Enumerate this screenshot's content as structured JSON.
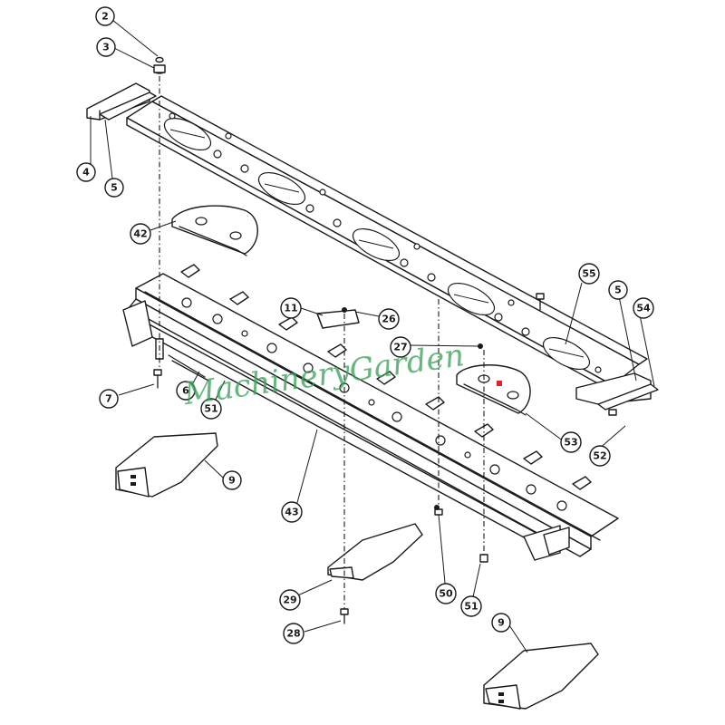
{
  "watermark": "MachineryGarden",
  "callouts": [
    {
      "id": "c2",
      "num": "2"
    },
    {
      "id": "c3",
      "num": "3"
    },
    {
      "id": "c4",
      "num": "4"
    },
    {
      "id": "c5a",
      "num": "5"
    },
    {
      "id": "c42",
      "num": "42"
    },
    {
      "id": "c11",
      "num": "11"
    },
    {
      "id": "c26",
      "num": "26"
    },
    {
      "id": "c27",
      "num": "27"
    },
    {
      "id": "c55",
      "num": "55"
    },
    {
      "id": "c5b",
      "num": "5"
    },
    {
      "id": "c54",
      "num": "54"
    },
    {
      "id": "c7",
      "num": "7"
    },
    {
      "id": "c6",
      "num": "6"
    },
    {
      "id": "c51a",
      "num": "51"
    },
    {
      "id": "c53",
      "num": "53"
    },
    {
      "id": "c52",
      "num": "52"
    },
    {
      "id": "c9a",
      "num": "9"
    },
    {
      "id": "c43",
      "num": "43"
    },
    {
      "id": "c29",
      "num": "29"
    },
    {
      "id": "c50",
      "num": "50"
    },
    {
      "id": "c51b",
      "num": "51"
    },
    {
      "id": "c28",
      "num": "28"
    },
    {
      "id": "c9b",
      "num": "9"
    }
  ]
}
